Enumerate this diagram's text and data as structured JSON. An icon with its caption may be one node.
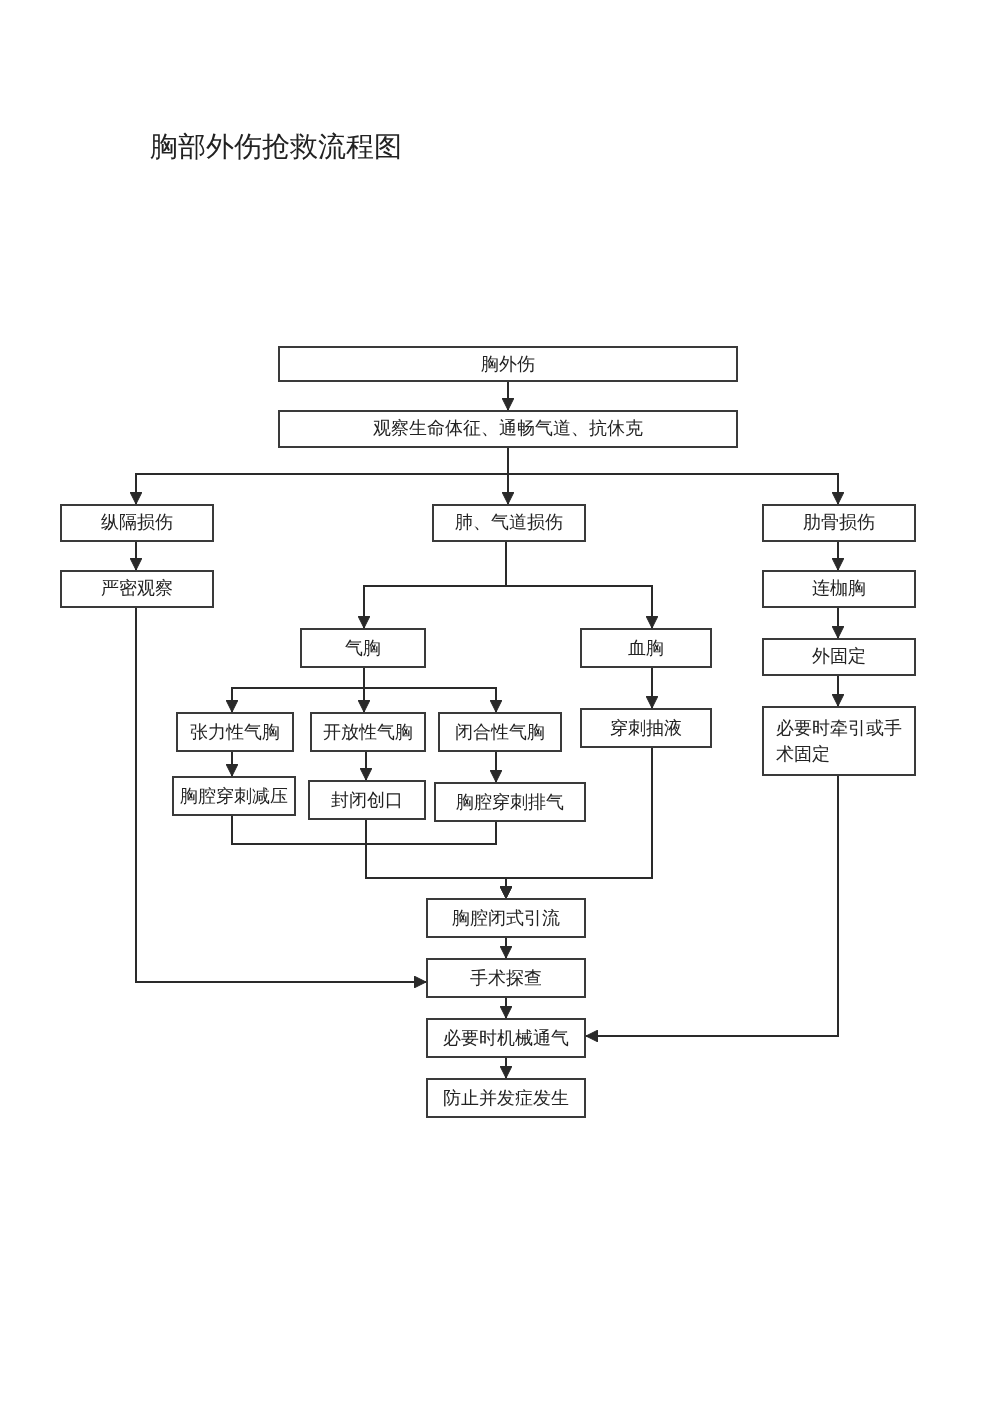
{
  "diagram": {
    "title": "胸部外伤抢救流程图",
    "nodes": [
      {
        "text": [
          "胸外伤"
        ]
      },
      {
        "text": [
          "观察生命体征、通畅气道、抗休克"
        ]
      },
      {
        "text": [
          "纵隔损伤"
        ]
      },
      {
        "text": [
          "肺、气道损伤"
        ]
      },
      {
        "text": [
          "肋骨损伤"
        ]
      },
      {
        "text": [
          "严密观察"
        ]
      },
      {
        "text": [
          "连枷胸"
        ]
      },
      {
        "text": [
          "气胸"
        ]
      },
      {
        "text": [
          "血胸"
        ]
      },
      {
        "text": [
          "外固定"
        ]
      },
      {
        "text": [
          "张力性气胸"
        ]
      },
      {
        "text": [
          "开放性气胸"
        ]
      },
      {
        "text": [
          "闭合性气胸"
        ]
      },
      {
        "text": [
          "穿刺抽液"
        ]
      },
      {
        "text": [
          "必要时牵引或手术固定"
        ]
      },
      {
        "text": [
          "胸腔穿刺减压"
        ]
      },
      {
        "text": [
          "封闭创口"
        ]
      },
      {
        "text": [
          "胸腔穿刺排气"
        ]
      },
      {
        "text": [
          "胸腔闭式引流"
        ]
      },
      {
        "text": [
          "手术探查"
        ]
      },
      {
        "text": [
          "必要时机械通气"
        ]
      },
      {
        "text": [
          "防止并发症发生"
        ]
      }
    ],
    "edges": [
      {
        "from": 0,
        "to": 1,
        "arrow": "to"
      },
      {
        "from": 1,
        "to": 2,
        "arrow": "to"
      },
      {
        "from": 1,
        "to": 3,
        "arrow": "to"
      },
      {
        "from": 1,
        "to": 4,
        "arrow": "to"
      },
      {
        "from": 2,
        "to": 5,
        "arrow": "to"
      },
      {
        "from": 3,
        "to": 7,
        "arrow": "to"
      },
      {
        "from": 3,
        "to": 8,
        "arrow": "to"
      },
      {
        "from": 4,
        "to": 6,
        "arrow": "to"
      },
      {
        "from": 5,
        "to": 19,
        "arrow": "to"
      },
      {
        "from": 6,
        "to": 9,
        "arrow": "to"
      },
      {
        "from": 7,
        "to": 10,
        "arrow": "to"
      },
      {
        "from": 7,
        "to": 11,
        "arrow": "to"
      },
      {
        "from": 7,
        "to": 12,
        "arrow": "to"
      },
      {
        "from": 8,
        "to": 13,
        "arrow": "to"
      },
      {
        "from": 9,
        "to": 14,
        "arrow": "to"
      },
      {
        "from": 10,
        "to": 15,
        "arrow": "to"
      },
      {
        "from": 11,
        "to": 16,
        "arrow": "to"
      },
      {
        "from": 12,
        "to": 17,
        "arrow": "to"
      },
      {
        "from": 13,
        "to": 18,
        "arrow": "to"
      },
      {
        "from": 14,
        "to": 20,
        "arrow": "to"
      },
      {
        "from": 15,
        "to": 18,
        "arrow": "to"
      },
      {
        "from": 16,
        "to": 18,
        "arrow": "to"
      },
      {
        "from": 17,
        "to": 18,
        "arrow": "to"
      },
      {
        "from": 18,
        "to": 19,
        "arrow": "to"
      },
      {
        "from": 19,
        "to": 20,
        "arrow": "to"
      },
      {
        "from": 20,
        "to": 21,
        "arrow": "to"
      }
    ]
  }
}
